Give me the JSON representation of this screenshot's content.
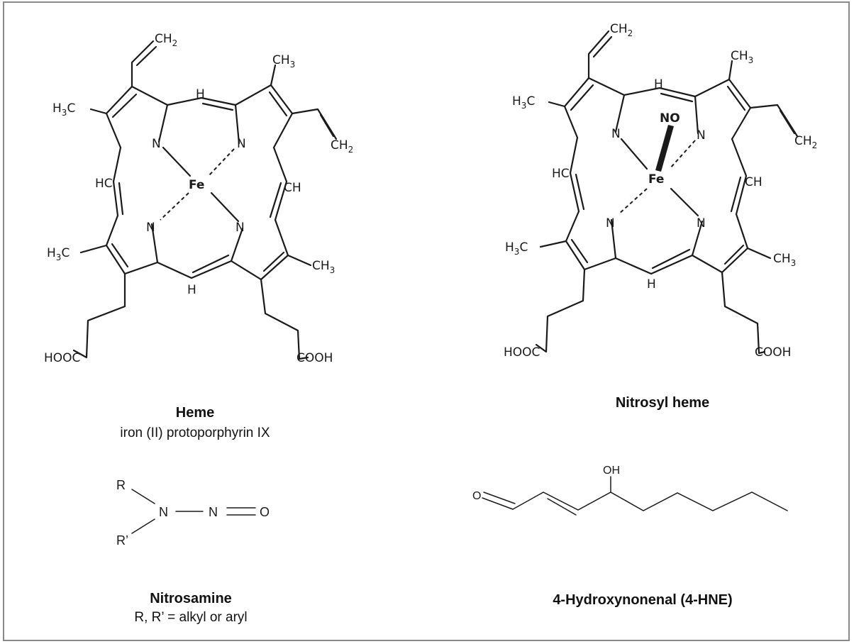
{
  "figure": {
    "heme": {
      "title": "Heme",
      "subtitle": "iron (II) protoporphyrin IX",
      "atoms": {
        "ch2_top": "CH",
        "ch2_right": "CH",
        "two": "2",
        "ch3_top": "CH",
        "ch3_right": "CH",
        "three": "3",
        "h3c_upper": "H",
        "h3c_lower": "H",
        "c": "C",
        "h_top": "H",
        "h_bottom": "H",
        "hc_left": "HC",
        "ch_right": "CH",
        "n": "N",
        "fe": "Fe",
        "hooc": "HOOC",
        "cooh": "COOH"
      }
    },
    "nitrosyl_heme": {
      "title": "Nitrosyl heme",
      "ligand": "NO",
      "atoms": {
        "ch2": "CH",
        "ch3": "CH",
        "h3c": "H",
        "c": "C",
        "two": "2",
        "three": "3",
        "h": "H",
        "hc": "HC",
        "ch": "CH",
        "n": "N",
        "fe": "Fe",
        "hooc": "HOOC",
        "cooh": "COOH"
      }
    },
    "nitrosamine": {
      "title": "Nitrosamine",
      "subtitle": "R, R’ = alkyl or aryl",
      "atoms": {
        "r": "R",
        "r_prime": "R’",
        "n1": "N",
        "n2": "N",
        "o": "O"
      }
    },
    "hne": {
      "title": "4-Hydroxynonenal (4-HNE)",
      "atoms": {
        "oh": "OH",
        "o": "O"
      }
    }
  }
}
